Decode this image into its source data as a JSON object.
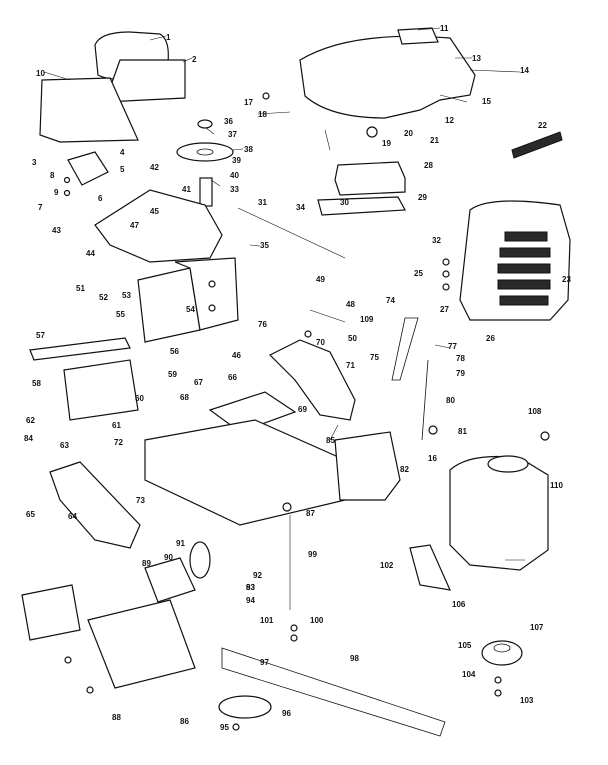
{
  "labels": [
    "1",
    "2",
    "3",
    "4",
    "5",
    "6",
    "7",
    "8",
    "9",
    "10",
    "11",
    "12",
    "13",
    "14",
    "15",
    "16",
    "17",
    "18",
    "19",
    "20",
    "21",
    "22",
    "23",
    "25",
    "26",
    "27",
    "28",
    "29",
    "30",
    "31",
    "32",
    "33",
    "34",
    "35",
    "36",
    "37",
    "38",
    "39",
    "40",
    "41",
    "42",
    "43",
    "44",
    "45",
    "46",
    "47",
    "48",
    "49",
    "50",
    "51",
    "52",
    "53",
    "54",
    "55",
    "56",
    "57",
    "58",
    "59",
    "60",
    "61",
    "62",
    "63",
    "64",
    "65",
    "66",
    "67",
    "68",
    "69",
    "70",
    "71",
    "72",
    "73",
    "74",
    "75",
    "76",
    "77",
    "78",
    "79",
    "80",
    "81",
    "82",
    "83",
    "84",
    "85",
    "86",
    "87",
    "88",
    "89",
    "90",
    "91",
    "92",
    "93",
    "94",
    "95",
    "96",
    "97",
    "98",
    "99",
    "100",
    "101",
    "102",
    "103",
    "104",
    "105",
    "106",
    "107",
    "108",
    "109",
    "110"
  ]
}
